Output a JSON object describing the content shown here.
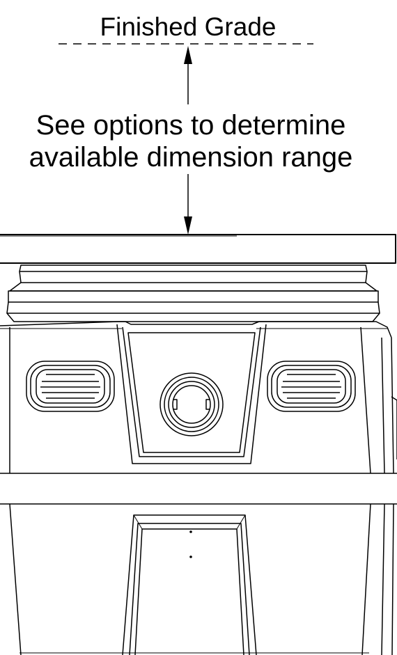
{
  "labels": {
    "finished_grade": "Finished Grade",
    "dimension_note_line1": "See options to determine",
    "dimension_note_line2": "available dimension range"
  },
  "colors": {
    "line": "#000000",
    "background": "#ffffff"
  }
}
